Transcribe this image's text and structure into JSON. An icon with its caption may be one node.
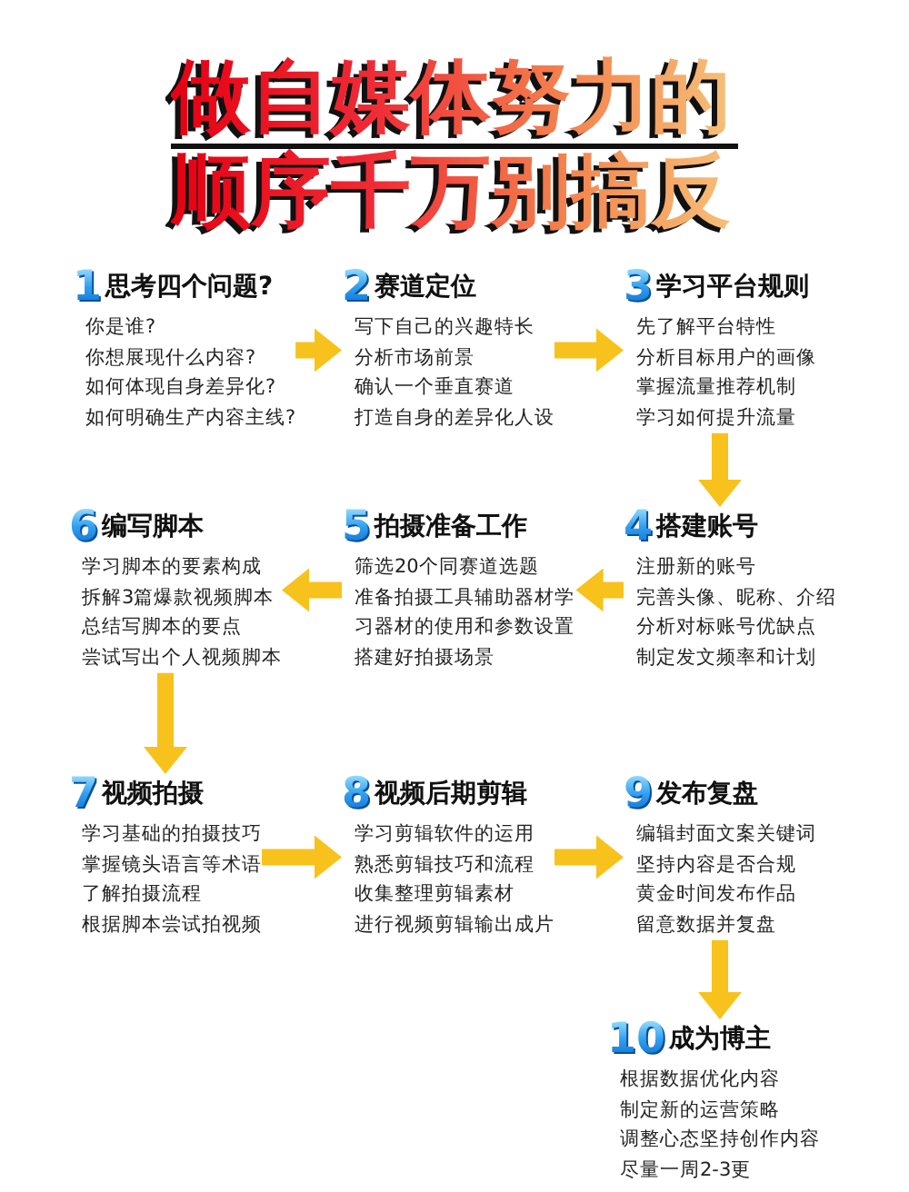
{
  "diagram": {
    "title": "做自媒体努力的顺序千万别搞反",
    "nodes": [
      {
        "text": [
          "1",
          "思考四个问题?",
          "你是谁?",
          "你想展现什么内容?",
          "如何体现自身差异化?",
          "如何明确生产内容主线?"
        ]
      },
      {
        "text": [
          "2",
          "赛道定位",
          "写下自己的兴趣特长",
          "分析市场前景",
          "确认一个垂直赛道",
          "打造自身的差异化人设"
        ]
      },
      {
        "text": [
          "3",
          "学习平台规则",
          "先了解平台特性",
          "分析目标用户的画像",
          "掌握流量推荐机制",
          "学习如何提升流量"
        ]
      },
      {
        "text": [
          "4",
          "搭建账号",
          "注册新的账号",
          "完善头像、昵称、介绍",
          "分析对标账号优缺点",
          "制定发文频率和计划"
        ]
      },
      {
        "text": [
          "5",
          "拍摄准备工作",
          "筛选20个同赛道选题",
          "准备拍摄工具辅助器材学习器材的使用和参数设置",
          "搭建好拍摄场景"
        ]
      },
      {
        "text": [
          "6",
          "编写脚本",
          "学习脚本的要素构成",
          "拆解3篇爆款视频脚本",
          "总结写脚本的要点",
          "尝试写出个人视频脚本"
        ]
      },
      {
        "text": [
          "7",
          "视频拍摄",
          "学习基础的拍摄技巧",
          "掌握镜头语言等术语",
          "了解拍摄流程",
          "根据脚本尝试拍视频"
        ]
      },
      {
        "text": [
          "8",
          "视频后期剪辑",
          "学习剪辑软件的运用",
          "熟悉剪辑技巧和流程",
          "收集整理剪辑素材",
          "进行视频剪辑输出成片"
        ]
      },
      {
        "text": [
          "9",
          "发布复盘",
          "编辑封面文案关键词",
          "坚持内容是否合规",
          "黄金时间发布作品",
          "留意数据并复盘"
        ]
      },
      {
        "text": [
          "10",
          "成为博主",
          "根据数据优化内容",
          "制定新的运营策略",
          "调整心态坚持创作内容",
          "尽量一周2-3更"
        ]
      }
    ],
    "edges": [
      {
        "from": 0,
        "to": 1,
        "arrow": "to"
      },
      {
        "from": 1,
        "to": 2,
        "arrow": "to"
      },
      {
        "from": 2,
        "to": 3,
        "arrow": "to"
      },
      {
        "from": 3,
        "to": 4,
        "arrow": "to"
      },
      {
        "from": 4,
        "to": 5,
        "arrow": "to"
      },
      {
        "from": 5,
        "to": 6,
        "arrow": "to"
      },
      {
        "from": 6,
        "to": 7,
        "arrow": "to"
      },
      {
        "from": 7,
        "to": 8,
        "arrow": "to"
      },
      {
        "from": 8,
        "to": 9,
        "arrow": "to"
      }
    ]
  }
}
